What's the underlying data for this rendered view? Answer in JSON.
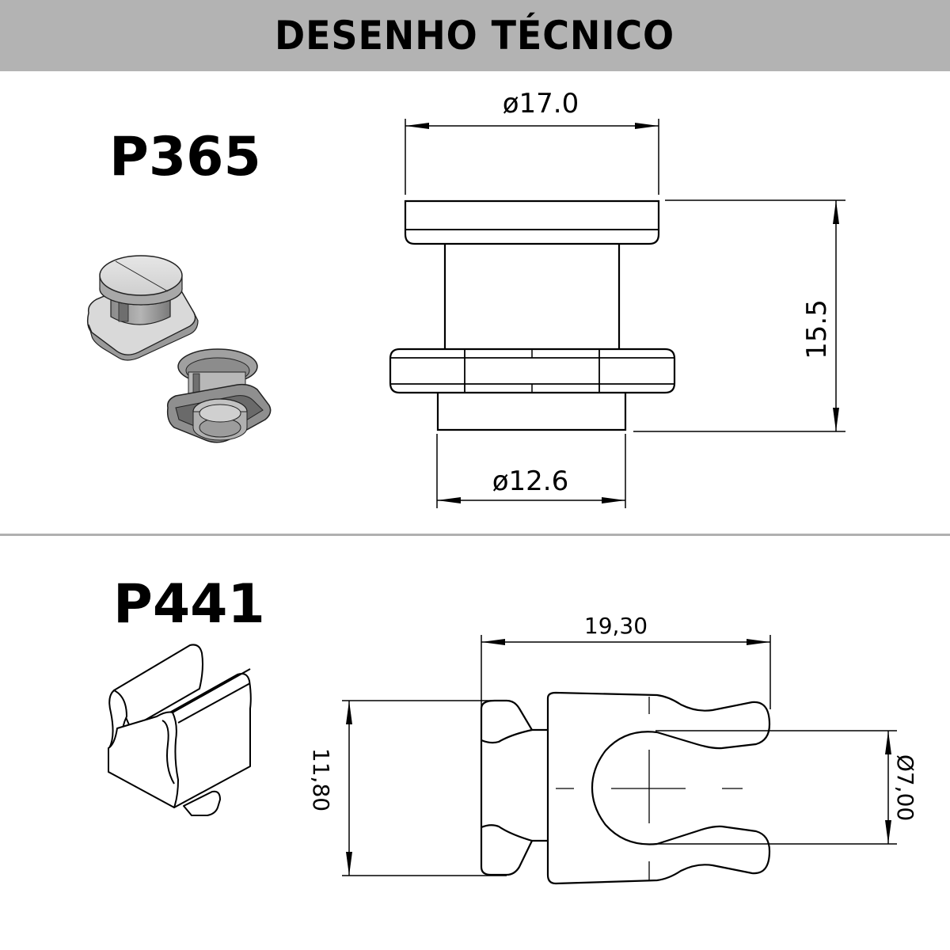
{
  "header": {
    "title": "DESENHO TÉCNICO",
    "background_color": "#b3b3b3"
  },
  "parts": [
    {
      "code": "P365",
      "dimensions": {
        "top_diameter": "ø17.0",
        "height": "15.5",
        "bottom_diameter": "ø12.6"
      },
      "illustration": "isometric-3d-render-two-views"
    },
    {
      "code": "P441",
      "dimensions": {
        "width": "19,30",
        "height": "11,80",
        "inner_diameter": "Ø7,00"
      },
      "illustration": "isometric-line-drawing-clip"
    }
  ],
  "divider_color": "#b0b0b0"
}
